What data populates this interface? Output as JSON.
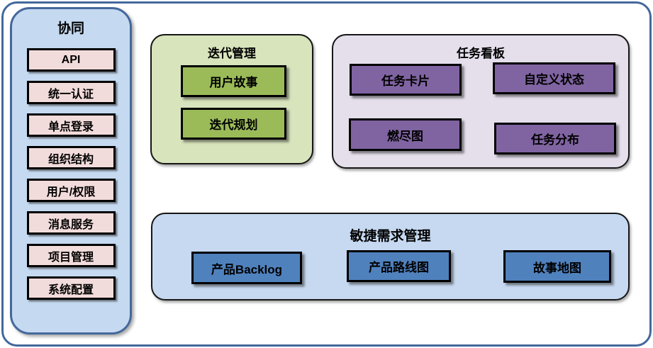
{
  "sidebar": {
    "title": "协同",
    "items": [
      "API",
      "统一认证",
      "单点登录",
      "组织结构",
      "用户/权限",
      "消息服务",
      "项目管理",
      "系统配置"
    ]
  },
  "panels": {
    "iteration": {
      "title": "迭代管理",
      "items": [
        "用户故事",
        "迭代规划"
      ]
    },
    "kanban": {
      "title": "任务看板",
      "items": [
        "任务卡片",
        "自定义状态",
        "燃尽图",
        "任务分布"
      ]
    },
    "agile": {
      "title": "敏捷需求管理",
      "items": [
        "产品Backlog",
        "产品路线图",
        "故事地图"
      ]
    }
  },
  "colors": {
    "frame_border": "#44689c",
    "sidebar_fill": "#c5d9f1",
    "sidebar_item_fill": "#f2dcdb",
    "iteration_panel_fill": "#d8e4bc",
    "iteration_box_fill": "#9bbb59",
    "kanban_panel_fill": "#e5dfec",
    "kanban_box_fill": "#8064a2",
    "agile_panel_fill": "#c6d9f1",
    "agile_box_fill": "#4f81bd",
    "box_border": "#000000",
    "text": "#000000"
  }
}
